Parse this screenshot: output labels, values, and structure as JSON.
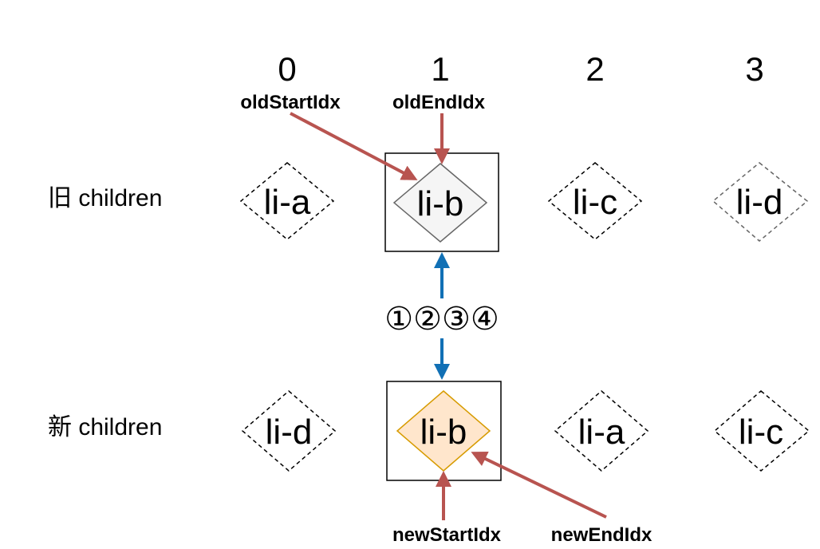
{
  "indices": [
    "0",
    "1",
    "2",
    "3"
  ],
  "rows": {
    "old": {
      "label": "旧 children",
      "nodes": [
        {
          "text": "li-a",
          "style": "dashed"
        },
        {
          "text": "li-b",
          "style": "gray"
        },
        {
          "text": "li-c",
          "style": "dashed"
        },
        {
          "text": "li-d",
          "style": "dashed-gray"
        }
      ]
    },
    "new": {
      "label": "新 children",
      "nodes": [
        {
          "text": "li-d",
          "style": "dashed"
        },
        {
          "text": "li-b",
          "style": "orange"
        },
        {
          "text": "li-a",
          "style": "dashed"
        },
        {
          "text": "li-c",
          "style": "dashed"
        }
      ]
    }
  },
  "pointers": {
    "old_start": "oldStartIdx",
    "old_end": "oldEndIdx",
    "new_start": "newStartIdx",
    "new_end": "newEndIdx"
  },
  "compare_steps": "①②③④",
  "colors": {
    "pointer_arrow": "#b85450",
    "compare_arrow": "#1170b5",
    "gray_fill": "#f5f5f5",
    "gray_stroke": "#666666",
    "orange_fill": "#ffe6cc",
    "orange_stroke": "#d79b00"
  }
}
